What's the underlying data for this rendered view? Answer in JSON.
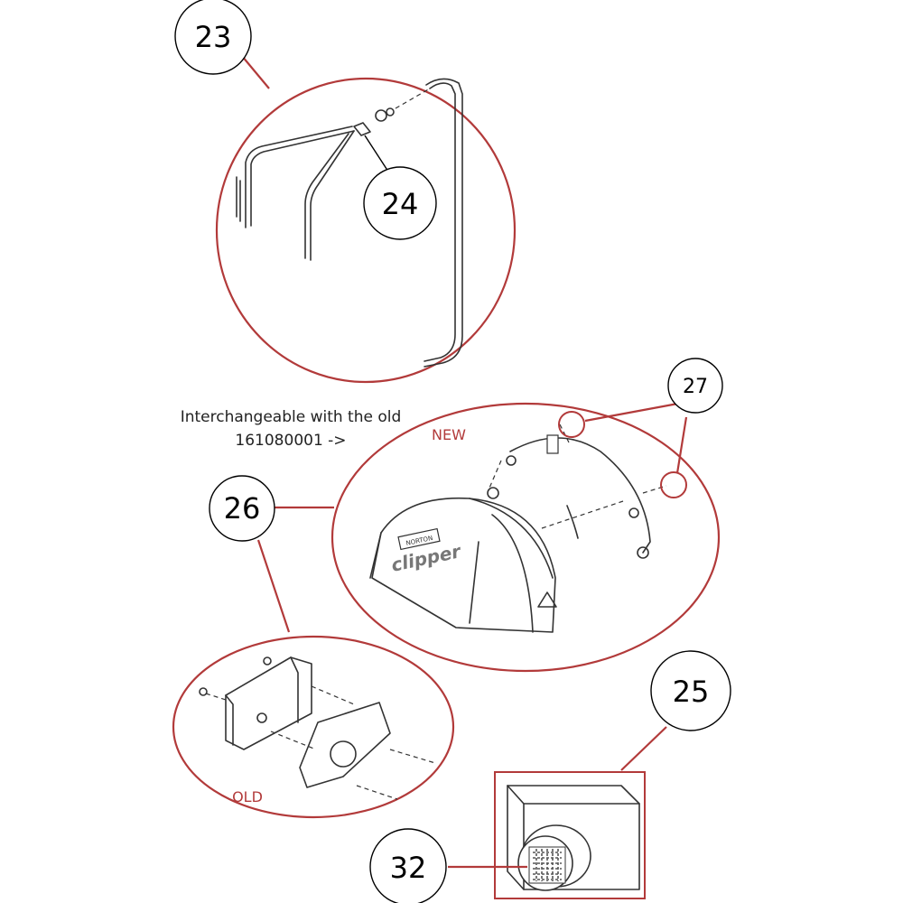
{
  "callouts": {
    "c23": "23",
    "c24": "24",
    "c25": "25",
    "c26": "26",
    "c27": "27",
    "c32": "32"
  },
  "captions": {
    "interchange_line1": "Interchangeable with the old",
    "interchange_line2": "161080001 ->",
    "new_label": "NEW",
    "old_label": "OLD",
    "brand_small": "NORTON",
    "brand_logo": "clipper"
  },
  "colors": {
    "accent": "#b23a3a",
    "line": "#333333",
    "text": "#222222"
  }
}
